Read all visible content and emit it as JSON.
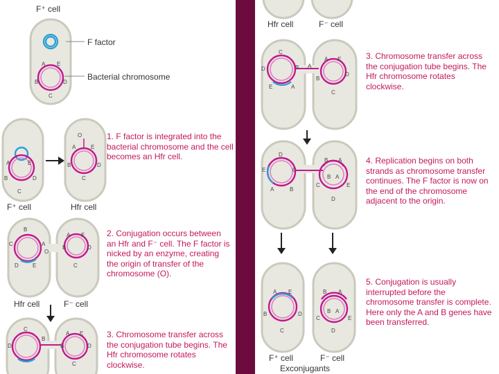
{
  "left": {
    "top_cell_label": "F⁺ cell",
    "ffactor_label": "F factor",
    "chromosome_label": "Bacterial chromosome",
    "step1_text": "1. F factor is integrated into the bacterial chromosome and the cell becomes an Hfr cell.",
    "step1_left_label": "F⁺ cell",
    "step1_right_label": "Hfr cell",
    "step2_text": "2. Conjugation occurs between an Hfr and F⁻ cell. The F factor is nicked by an enzyme, creating the origin of transfer of the chromosome (O).",
    "step2_left_label": "Hfr cell",
    "step2_right_label": "F⁻ cell",
    "step3_text": "3. Chromosome transfer across the conjugation tube begins. The Hfr chromosome rotates clockwise."
  },
  "right": {
    "top_left_label": "Hfr cell",
    "top_right_label": "F⁻ cell",
    "step3_text": "3. Chromosome transfer across the conjugation tube begins. The Hfr chromosome rotates clockwise.",
    "step4_text": "4. Replication begins on both strands as chromosome transfer continues. The F factor is now on the end of the chromosome adjacent to the origin.",
    "step5_text": "5. Conjugation is usually interrupted before the chromosome transfer is complete. Here only the A and B genes have been transferred.",
    "bottom_left_label": "F⁺ cell",
    "bottom_right_label": "F⁻ cell",
    "exconjugants_label": "Exconjugants"
  },
  "genes": {
    "a": "A",
    "b": "B",
    "c": "C",
    "d": "D",
    "e": "E",
    "o": "O"
  },
  "colors": {
    "divider": "#6e0b3e",
    "caption": "#c2185b",
    "chromosome": "#c2188e",
    "ffactor": "#2aa0d6",
    "cell_fill": "#e8e8e0"
  }
}
